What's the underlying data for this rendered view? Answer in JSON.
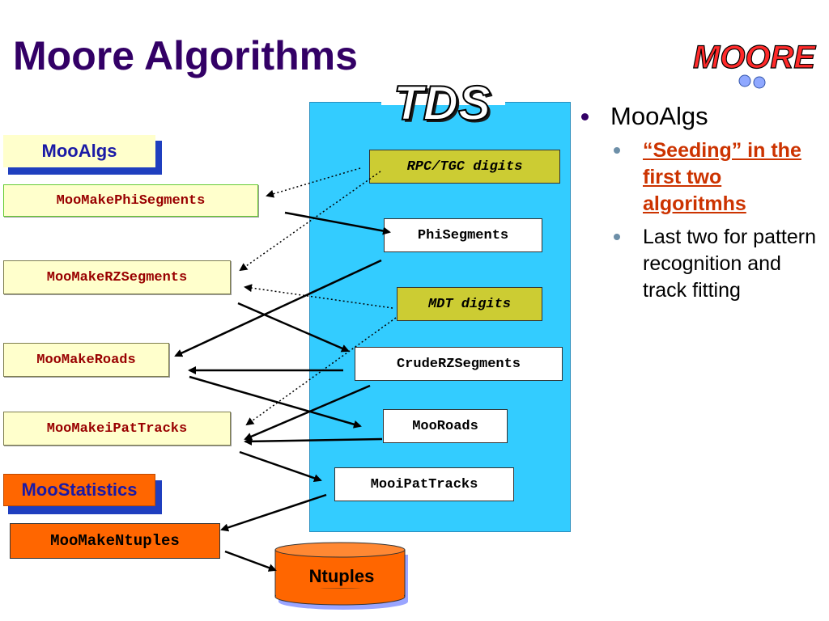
{
  "slide": {
    "title": "Moore Algorithms",
    "tds_label": "TDS",
    "logo_text": "MOORE"
  },
  "groups": {
    "mooalgs_header": "MooAlgs",
    "moostatistics_header": "MooStatistics"
  },
  "algorithms": {
    "phi": "MooMakePhiSegments",
    "rz": "MooMakeRZSegments",
    "roads": "MooMakeRoads",
    "ipat": "MooMakeiPatTracks",
    "ntuples": "MooMakeNtuples"
  },
  "tds_items": {
    "rpc_tgc": "RPC/TGC digits",
    "phi_segments": "PhiSegments",
    "mdt": "MDT digits",
    "crude_rz": "CrudeRZSegments",
    "roads": "MooRoads",
    "ipat_tracks": "MooiPatTracks"
  },
  "output": {
    "ntuples": "Ntuples"
  },
  "bullets": {
    "level1": "MooAlgs",
    "level2": [
      "“Seeding” in the first two algoritmhs",
      "Last two for pattern recognition and track fitting"
    ]
  },
  "colors": {
    "title": "#330066",
    "tds_background": "#33ccff",
    "algorithm_fill": "#ffffcc",
    "algorithm_text": "#990000",
    "digits_fill": "#cccc33",
    "statistics_fill": "#ff6600",
    "header_shadow": "#1f3fbf",
    "link_red": "#cc3300"
  }
}
